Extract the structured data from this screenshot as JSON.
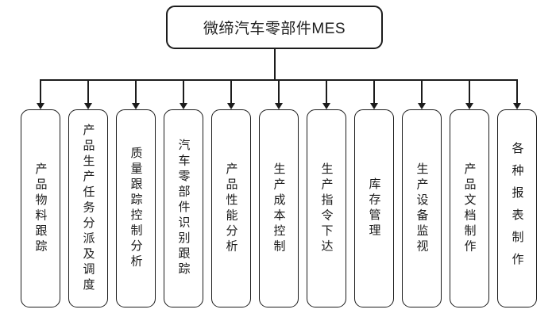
{
  "root": {
    "label": "微缔汽车零部件MES"
  },
  "modules": [
    {
      "label": "产品物料跟踪"
    },
    {
      "label": "产品生产任务分派及调度"
    },
    {
      "label": "质量跟踪控制分析"
    },
    {
      "label": "汽车零部件识别跟踪"
    },
    {
      "label": "产品性能分析"
    },
    {
      "label": "生产成本控制"
    },
    {
      "label": "生产指令下达"
    },
    {
      "label": "库存管理"
    },
    {
      "label": "生产设备监视"
    },
    {
      "label": "产品文档制作"
    },
    {
      "label": "各种报表制作"
    }
  ],
  "colors": {
    "line": "#1c1c1c",
    "text": "#1c1c1c",
    "background": "#ffffff"
  }
}
